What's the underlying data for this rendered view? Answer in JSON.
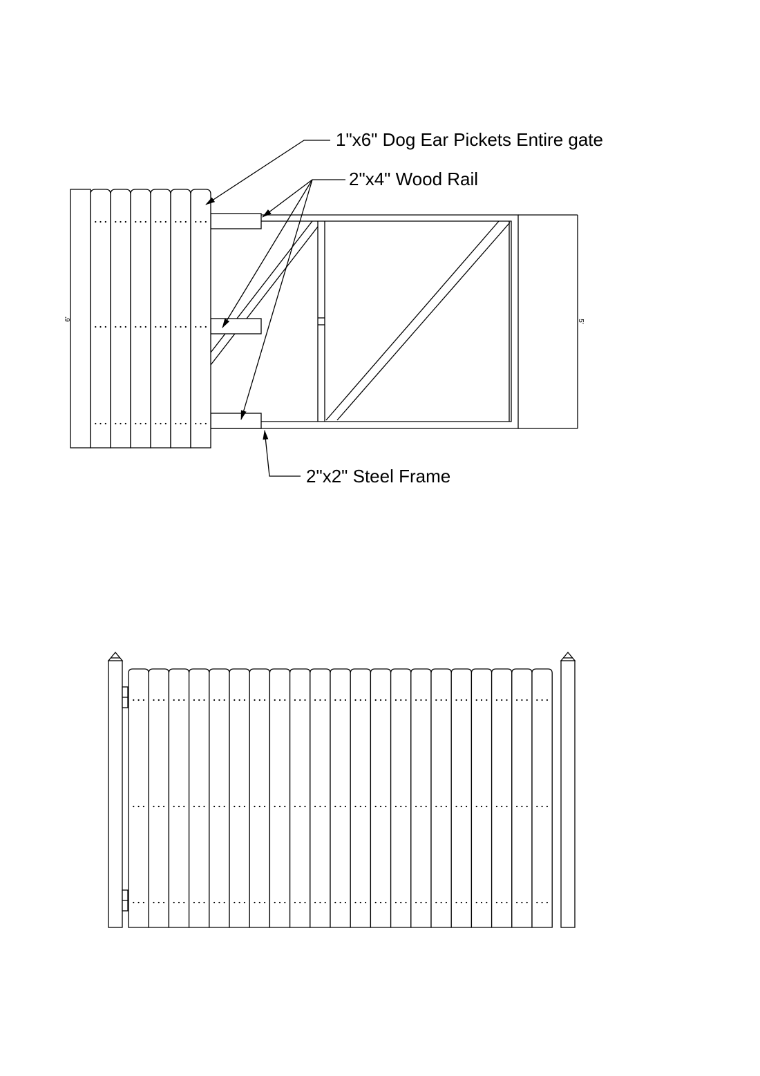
{
  "callouts": {
    "pickets": "1\"x6\" Dog Ear Pickets Entire gate",
    "wood_rail": "2\"x4\" Wood Rail",
    "steel_frame": "2\"x2\" Steel Frame"
  },
  "dimensions": {
    "picket_height": "6'",
    "frame_height": "5'"
  },
  "elevation": {
    "picket_count": 21
  }
}
